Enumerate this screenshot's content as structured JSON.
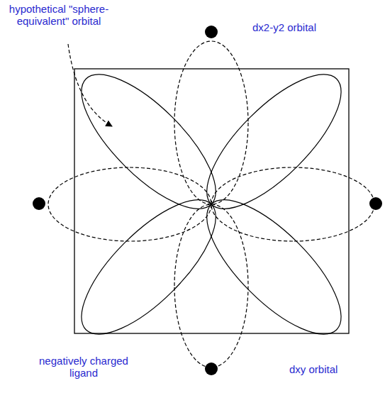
{
  "diagram": {
    "labels": [
      "hypothetical \"sphere-equivalent\" orbital",
      "dx2-y2 orbital",
      "dxy orbital",
      "negatively charged ligand"
    ]
  }
}
